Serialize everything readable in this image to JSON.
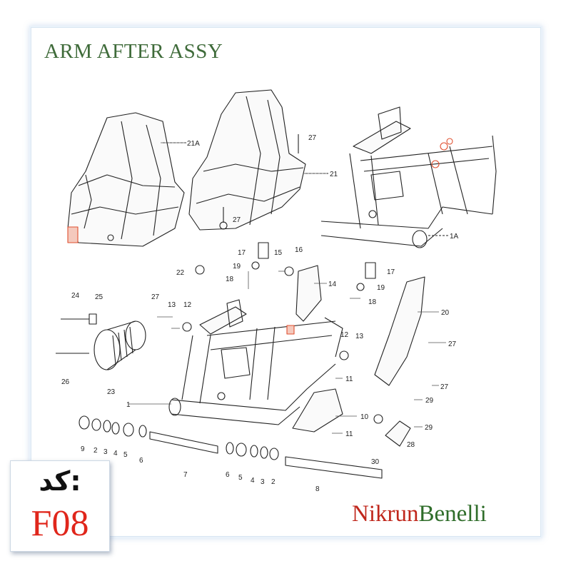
{
  "title": "ARM AFTER ASSY",
  "code": {
    "label": "کد:",
    "value": "F08"
  },
  "brand": {
    "part1": "Nikrun",
    "part2": "Benelli"
  },
  "colors": {
    "title": "#3f6b3a",
    "brand_red": "#c0271c",
    "brand_green": "#2f6d2a",
    "code_red": "#e0261b",
    "highlight": "#e05030"
  },
  "callouts": {
    "c21A": "21A",
    "c21": "21",
    "c27a": "27",
    "c27b": "27",
    "c1A": "1A",
    "c17a": "17",
    "c15": "15",
    "c16": "16",
    "c22": "22",
    "c19a": "19",
    "c18a": "18",
    "c14": "14",
    "c17b": "17",
    "c19b": "19",
    "c18b": "18",
    "c24": "24",
    "c25": "25",
    "c27c": "27",
    "c13a": "13",
    "c12a": "12",
    "c20": "20",
    "c12b": "12",
    "c13b": "13",
    "c27d": "27",
    "c26": "26",
    "c23": "23",
    "c11a": "11",
    "c27e": "27",
    "c1": "1",
    "c29a": "29",
    "c10": "10",
    "c29b": "29",
    "c11b": "11",
    "c28": "28",
    "c30": "30",
    "c9": "9",
    "c2a": "2",
    "c3a": "3",
    "c4a": "4",
    "c5a": "5",
    "c6a": "6",
    "c7": "7",
    "c6b": "6",
    "c5b": "5",
    "c4b": "4",
    "c3b": "3",
    "c2b": "2",
    "c8": "8"
  }
}
